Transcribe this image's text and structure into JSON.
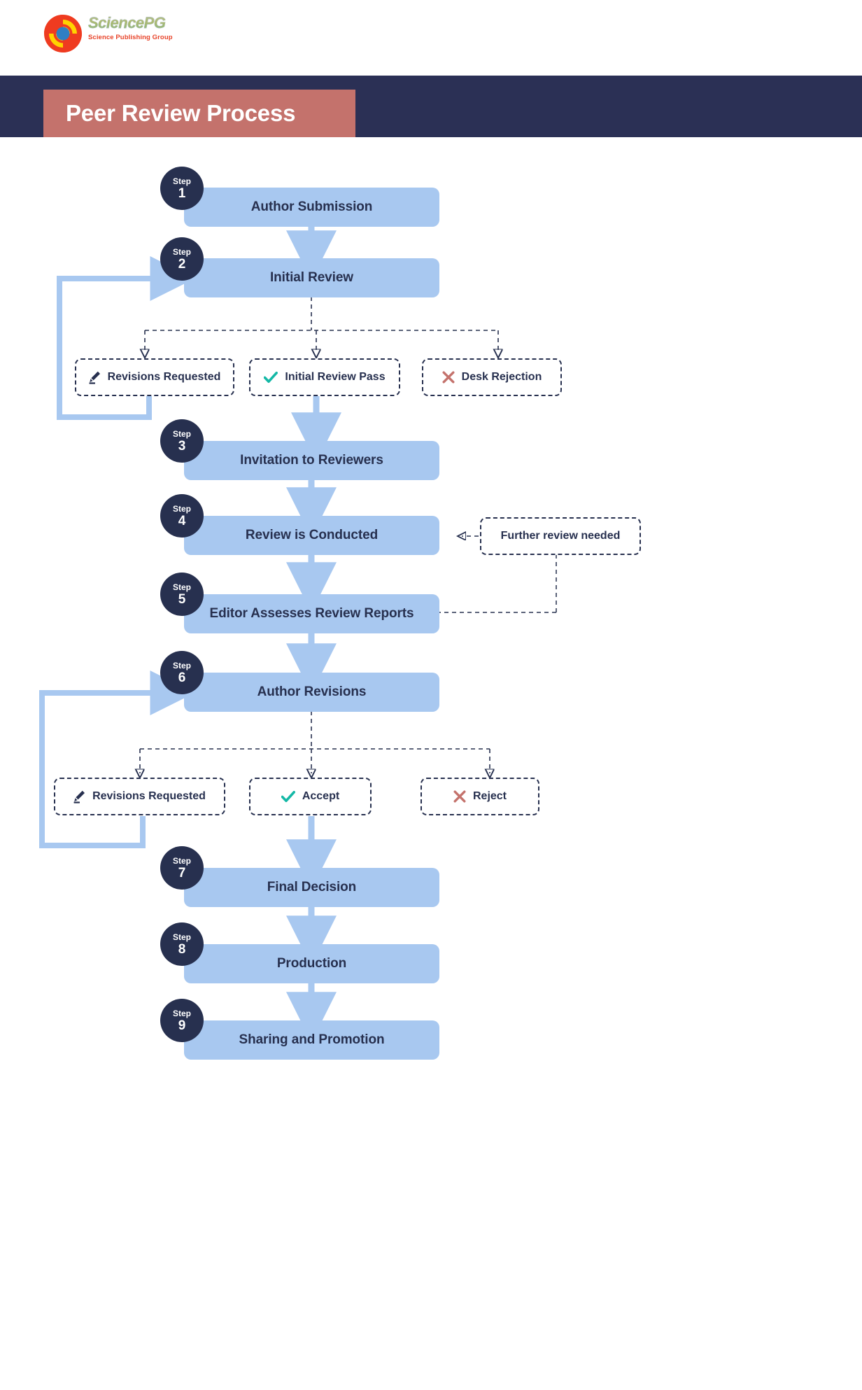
{
  "brand": {
    "logo_icon": "sciencepg-concentric-circles-logo",
    "name": "SciencePG",
    "tagline": "Science Publishing Group"
  },
  "header": {
    "title": "Peer Review Process"
  },
  "colors": {
    "header_band": "#2b3055",
    "title_plate": "#c4726c",
    "step_box": "#a8c8f0",
    "badge": "#27304f",
    "arrow": "#a8c8f0",
    "check": "#14b8a6",
    "cross": "#c4726c",
    "text_dark": "#27304f"
  },
  "steps": [
    {
      "number": "1",
      "word": "Step",
      "label": "Author Submission"
    },
    {
      "number": "2",
      "word": "Step",
      "label": "Initial Review"
    },
    {
      "number": "3",
      "word": "Step",
      "label": "Invitation to Reviewers"
    },
    {
      "number": "4",
      "word": "Step",
      "label": "Review is Conducted"
    },
    {
      "number": "5",
      "word": "Step",
      "label": "Editor Assesses Review Reports"
    },
    {
      "number": "6",
      "word": "Step",
      "label": "Author Revisions"
    },
    {
      "number": "7",
      "word": "Step",
      "label": "Final Decision"
    },
    {
      "number": "8",
      "word": "Step",
      "label": "Production"
    },
    {
      "number": "9",
      "word": "Step",
      "label": "Sharing and Promotion"
    }
  ],
  "decision_row_1": [
    {
      "label": "Revisions Requested",
      "icon": "pencil-icon"
    },
    {
      "label": "Initial Review Pass",
      "icon": "check-icon"
    },
    {
      "label": "Desk Rejection",
      "icon": "cross-icon"
    }
  ],
  "decision_row_2": [
    {
      "label": "Revisions Requested",
      "icon": "pencil-icon"
    },
    {
      "label": "Accept",
      "icon": "check-icon"
    },
    {
      "label": "Reject",
      "icon": "cross-icon"
    }
  ],
  "side_note": {
    "label": "Further review needed"
  },
  "chart_data": {
    "type": "diagram",
    "title": "Peer Review Process",
    "nodes": [
      "Author Submission",
      "Initial Review",
      "Revisions Requested",
      "Initial Review Pass",
      "Desk Rejection",
      "Invitation to Reviewers",
      "Review is Conducted",
      "Further review needed",
      "Editor Assesses Review Reports",
      "Author Revisions",
      "Accept",
      "Reject",
      "Final Decision",
      "Production",
      "Sharing and Promotion"
    ],
    "edges": [
      "Author Submission -> Initial Review",
      "Initial Review -> Revisions Requested",
      "Initial Review -> Initial Review Pass",
      "Initial Review -> Desk Rejection",
      "Revisions Requested -> Initial Review",
      "Initial Review Pass -> Invitation to Reviewers",
      "Invitation to Reviewers -> Review is Conducted",
      "Review is Conducted -> Editor Assesses Review Reports",
      "Editor Assesses Review Reports -> Further review needed",
      "Further review needed -> Review is Conducted",
      "Editor Assesses Review Reports -> Author Revisions",
      "Author Revisions -> Revisions Requested",
      "Author Revisions -> Accept",
      "Author Revisions -> Reject",
      "Revisions Requested -> Author Revisions",
      "Accept -> Final Decision",
      "Final Decision -> Production",
      "Production -> Sharing and Promotion"
    ]
  }
}
